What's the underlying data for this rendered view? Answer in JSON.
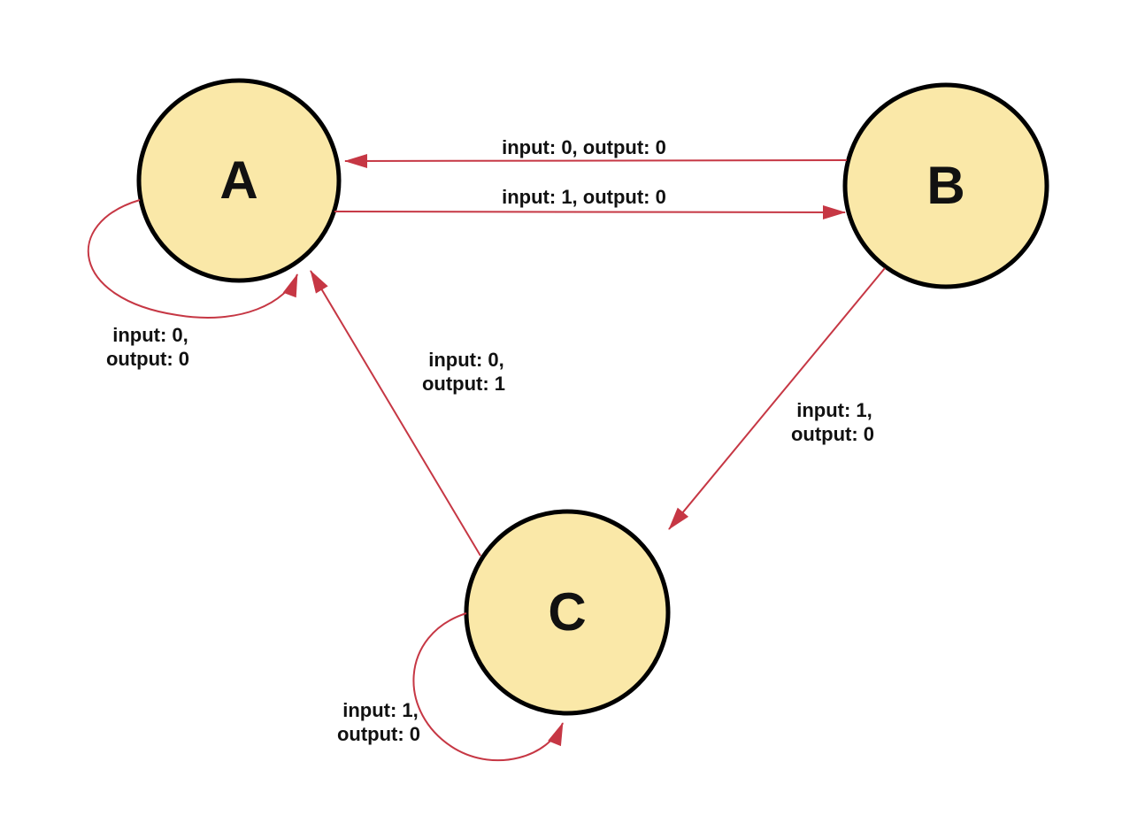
{
  "diagram": {
    "type": "mealy-state-machine",
    "colors": {
      "edge": "#C63744",
      "node_fill": "#FAE8A8",
      "node_stroke": "#000000",
      "label": "#111111",
      "background": "#FFFFFF"
    },
    "states": [
      {
        "id": "A",
        "label": "A"
      },
      {
        "id": "B",
        "label": "B"
      },
      {
        "id": "C",
        "label": "C"
      }
    ],
    "transitions": [
      {
        "from": "B",
        "to": "A",
        "label": "input: 0, output: 0"
      },
      {
        "from": "A",
        "to": "B",
        "label": "input: 1, output: 0"
      },
      {
        "from": "A",
        "to": "A",
        "label_line1": "input: 0,",
        "label_line2": "output: 0"
      },
      {
        "from": "C",
        "to": "A",
        "label_line1": "input: 0,",
        "label_line2": "output: 1"
      },
      {
        "from": "B",
        "to": "C",
        "label_line1": "input: 1,",
        "label_line2": "output: 0"
      },
      {
        "from": "C",
        "to": "C",
        "label_line1": "input: 1,",
        "label_line2": "output: 0"
      }
    ]
  }
}
